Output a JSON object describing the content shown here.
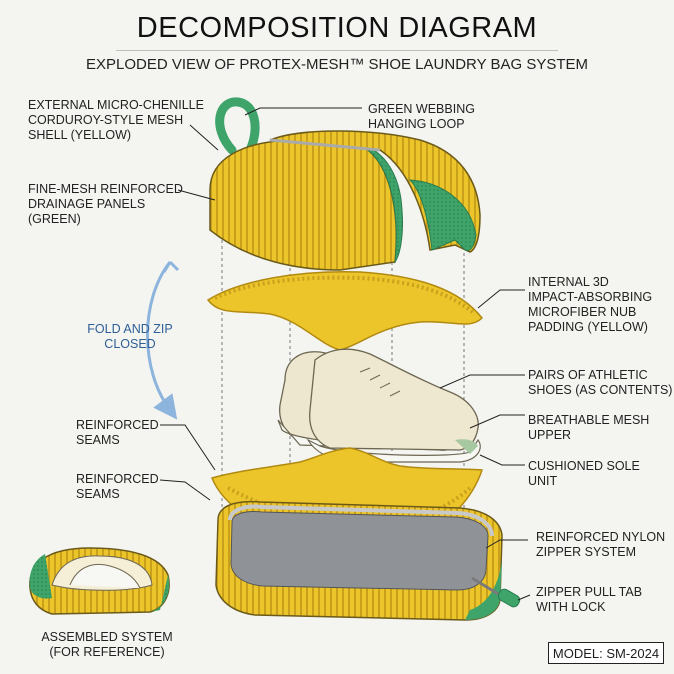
{
  "title": "DECOMPOSITION DIAGRAM",
  "subtitle": "EXPLODED VIEW OF PROTEX-MESH™ SHOE LAUNDRY BAG SYSTEM",
  "labels": {
    "outer_shell": "EXTERNAL MICRO-CHENILLE\nCORDUROY-STYLE MESH\nSHELL (YELLOW)",
    "hanging_loop": "GREEN WEBBING\nHANGING LOOP",
    "drainage_panels": "FINE-MESH REINFORCED\nDRAINAGE PANELS\n(GREEN)",
    "nub_padding": "INTERNAL 3D\nIMPACT-ABSORBING\nMICROFIBER NUB\nPADDING (YELLOW)",
    "fold_zip": "FOLD AND ZIP\nCLOSED",
    "shoes": "PAIRS OF ATHLETIC\nSHOES (AS CONTENTS)",
    "seams_1": "REINFORCED\nSEAMS",
    "mesh_upper": "BREATHABLE MESH\nUPPER",
    "seams_2": "REINFORCED\nSEAMS",
    "sole_unit": "CUSHIONED SOLE\nUNIT",
    "zipper_system": "REINFORCED NYLON\nZIPPER SYSTEM",
    "pull_tab": "ZIPPER PULL TAB\nWITH LOCK",
    "assembled": "ASSEMBLED SYSTEM\n(FOR REFERENCE)"
  },
  "model": "MODEL: SM-2024",
  "colors": {
    "yellow": "#ecc52b",
    "yellow_dark": "#c9a01c",
    "green": "#3fa46a",
    "green_dark": "#2b7d4f",
    "shoe": "#eee7cf",
    "sole": "#f7f7f4",
    "label_blue": "#2f5f95",
    "leader": "#222222"
  }
}
